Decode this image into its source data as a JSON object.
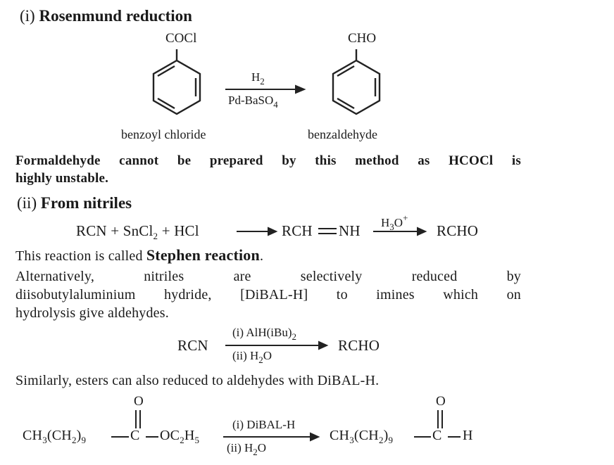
{
  "sections": {
    "s1": {
      "num": "(i)",
      "title": "Rosenmund reduction"
    },
    "s2": {
      "num": "(ii)",
      "title": "From nitriles"
    }
  },
  "rosenmund": {
    "reactant_group": "COCl",
    "product_group": "CHO",
    "reagent_top": "H",
    "reagent_top_sub": "2",
    "reagent_bottom": "Pd-BaSO",
    "reagent_bottom_sub": "4",
    "reactant_name": "benzoyl chloride",
    "product_name": "benzaldehyde",
    "note_line1": "Formaldehyde cannot be prepared by this method as HCOCl is",
    "note_line2": "highly unstable."
  },
  "stephen": {
    "eq_part1": "RCN + SnCl",
    "eq_sub1": "2",
    "eq_part2": " + HCl",
    "intermediate": "RCH",
    "intermediate2": "NH",
    "arrow_label": "H",
    "arrow_label_sub": "3",
    "arrow_label_tail": "O",
    "arrow_label_sup": "+",
    "product": "RCHO",
    "called_prefix": "This reaction is called ",
    "called_name": "Stephen reaction",
    "called_suffix": "."
  },
  "dibal": {
    "line1": "Alternatively, nitriles are selectively reduced by",
    "line2": "diisobutylaluminium hydride, [DiBAL-H] to imines which on",
    "line3": "hydrolysis give aldehydes.",
    "reactant": "RCN",
    "reagent_top": "(i) AlH(iBu)",
    "reagent_top_sub": "2",
    "reagent_bottom": "(ii) H",
    "reagent_bottom_sub": "2",
    "reagent_bottom_tail": "O",
    "product": "RCHO"
  },
  "esters": {
    "sentence": "Similarly, esters can also reduced to aldehydes with DiBAL-H.",
    "reactant_a": "CH",
    "reactant_a_sub": "3",
    "reactant_b": "(CH",
    "reactant_b_sub": "2",
    "reactant_c": ")",
    "reactant_c_sub": "9",
    "carbonyl_o": "O",
    "carbon": "C",
    "ester_tail": "OC",
    "ester_tail_sub": "2",
    "ester_tail_h": "H",
    "ester_tail_h_sub": "5",
    "reagent_top": "(i) DiBAL-H",
    "reagent_bottom": "(ii) H",
    "reagent_bottom_sub": "2",
    "reagent_bottom_tail": "O",
    "product_h": "H"
  }
}
